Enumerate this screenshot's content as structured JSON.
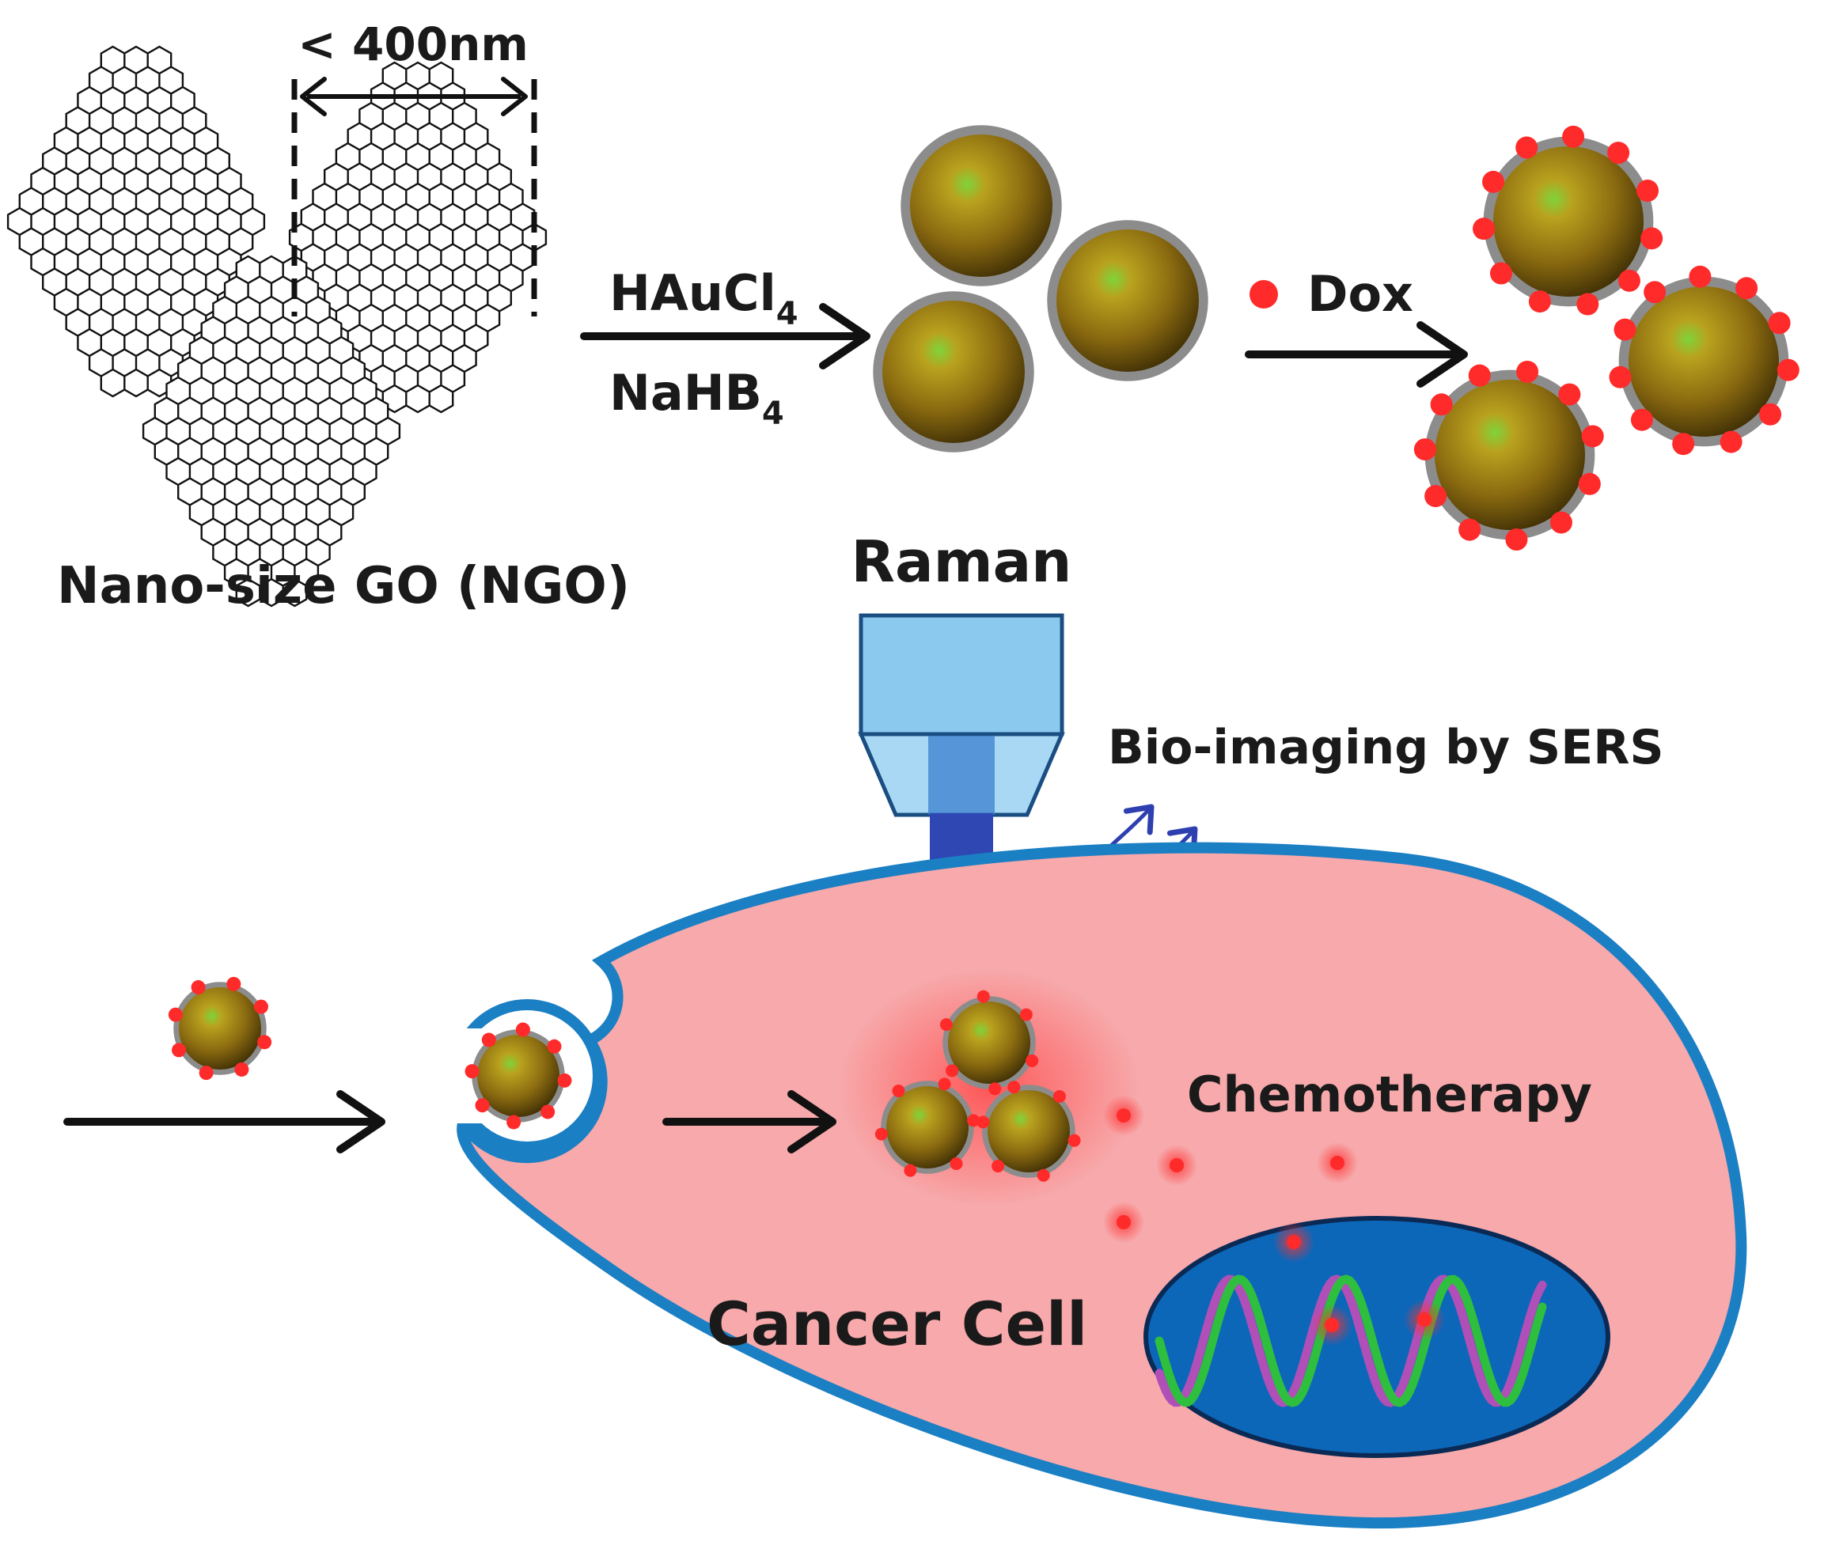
{
  "size_label": "< 400nm",
  "ngo_label": "Nano-size GO (NGO)",
  "reagent_1": {
    "base": "HAuCl",
    "sub": "4"
  },
  "reagent_2": {
    "base": "NaHB",
    "sub": "4"
  },
  "dox_label": "Dox",
  "raman_label": "Raman",
  "bioimaging_label": "Bio-imaging by SERS",
  "chemo_label": "Chemotherapy",
  "cell_label": "Cancer Cell",
  "colors": {
    "gold_core": "#8a6a10",
    "gold_highlight": "#8fd13a",
    "shell": "#8c8c8c",
    "dox": "#ff2a2a",
    "cytoplasm": "#f7a9ab",
    "membrane": "#1b7fc4",
    "nucleus": "#0d67b8",
    "objective_light": "#8cc9ef",
    "beam": "#2e47b3",
    "dna_green": "#2fbf3f",
    "dna_purple": "#b04fb8"
  }
}
